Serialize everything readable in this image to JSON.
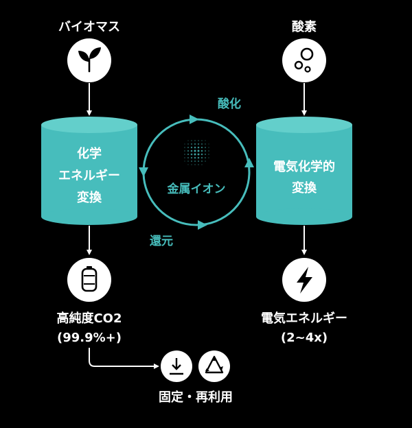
{
  "colors": {
    "background": "#000000",
    "accent": "#47BDBC",
    "text": "#FFFFFF",
    "icon_circle": "#FFFFFF",
    "icon_glyph": "#000000"
  },
  "inputs": {
    "biomass": {
      "label": "バイオマス",
      "icon": "sprout-icon"
    },
    "oxygen": {
      "label": "酸素",
      "icon": "bubbles-icon"
    }
  },
  "reactors": {
    "left": {
      "lines": [
        "化学",
        "エネルギー",
        "変換"
      ]
    },
    "right": {
      "lines": [
        "電気化学的",
        "変換"
      ]
    }
  },
  "cycle": {
    "center_label": "金属イオン",
    "top_label": "酸化",
    "bottom_label": "還元",
    "center_icon": "dot-sphere-icon"
  },
  "outputs": {
    "co2": {
      "label_line1": "高純度CO2",
      "label_line2": "(99.9%+)",
      "icon": "cylinder-tank-icon"
    },
    "energy": {
      "label_line1": "電気エネルギー",
      "label_line2": "(2~4x)",
      "icon": "lightning-icon"
    }
  },
  "destination": {
    "label": "固定・再利用",
    "icons": [
      "download-icon",
      "recycle-icon"
    ]
  }
}
